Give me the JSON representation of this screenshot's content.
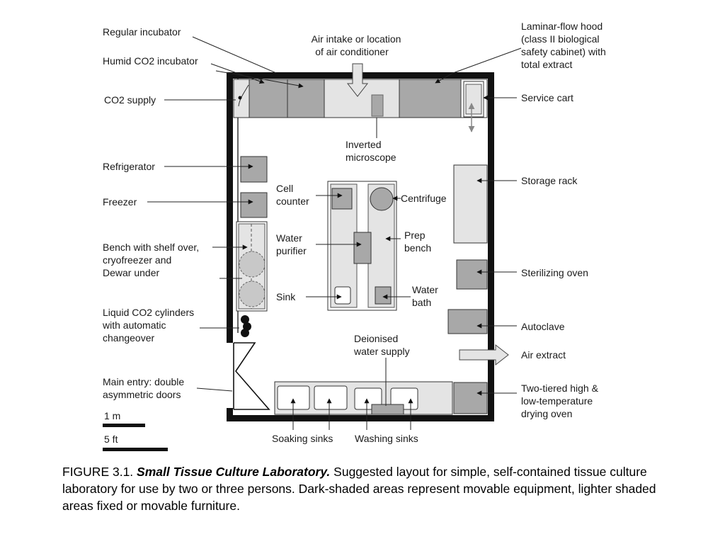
{
  "labels": {
    "regular_incubator": "Regular incubator",
    "humid_co2_incubator": "Humid CO2 incubator",
    "co2_supply": "CO2 supply",
    "refrigerator": "Refrigerator",
    "freezer": "Freezer",
    "bench_shelf": [
      "Bench with shelf over,",
      "cryofreezer and",
      "Dewar under"
    ],
    "liquid_co2": [
      "Liquid CO2 cylinders",
      "with automatic",
      "changeover"
    ],
    "main_entry": [
      "Main entry: double",
      "asymmetric doors"
    ],
    "air_intake": [
      "Air intake or location",
      "of air conditioner"
    ],
    "laminar_flow": [
      "Laminar-flow hood",
      "(class II biological",
      "safety cabinet) with",
      "total extract"
    ],
    "service_cart": "Service cart",
    "inverted_microscope": [
      "Inverted",
      "microscope"
    ],
    "storage_rack": "Storage rack",
    "cell_counter": [
      "Cell",
      "counter"
    ],
    "centrifuge": "Centrifuge",
    "water_purifier": [
      "Water",
      "purifier"
    ],
    "prep_bench": [
      "Prep",
      "bench"
    ],
    "sink": "Sink",
    "water_bath": [
      "Water",
      "bath"
    ],
    "sterilizing_oven": "Sterilizing oven",
    "autoclave": "Autoclave",
    "air_extract": "Air extract",
    "deionised_water": [
      "Deionised",
      "water supply"
    ],
    "drying_oven": [
      "Two-tiered high &",
      "low-temperature",
      "drying oven"
    ],
    "soaking_sinks": "Soaking sinks",
    "washing_sinks": "Washing sinks"
  },
  "scale": {
    "metric": "1 m",
    "imperial": "5 ft"
  },
  "caption": {
    "prefix": "FIGURE 3.1. ",
    "title": "Small Tissue Culture Laboratory.",
    "body": " Suggested layout for simple, self-contained tissue culture laboratory for use by two or three persons. Dark-shaded areas represent movable equipment, lighter shaded areas fixed or movable furniture."
  },
  "colors": {
    "dark_equipment": "#a8a8a8",
    "light_furniture": "#e4e4e4",
    "wall": "#111111"
  }
}
